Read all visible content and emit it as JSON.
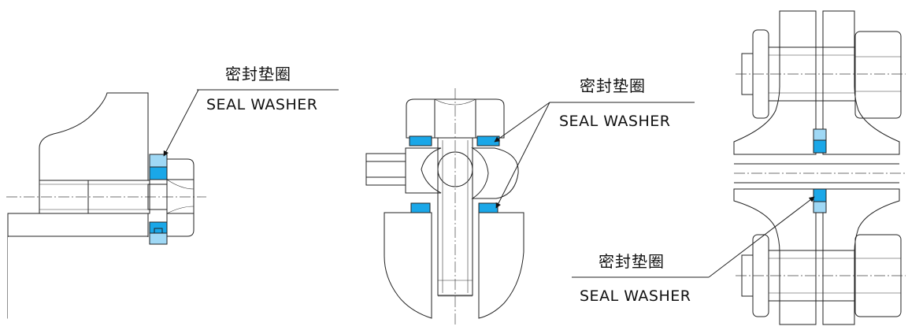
{
  "labels": [
    {
      "cn": "密封垫圈",
      "en": "SEAL WASHER"
    },
    {
      "cn": "密封垫圈",
      "en": "SEAL WASHER"
    },
    {
      "cn": "密封垫圈",
      "en": "SEAL WASHER"
    }
  ],
  "colors": {
    "washer_fill": "#1aa7e8",
    "washer_light": "#9fd8f5",
    "line": "#222222"
  }
}
